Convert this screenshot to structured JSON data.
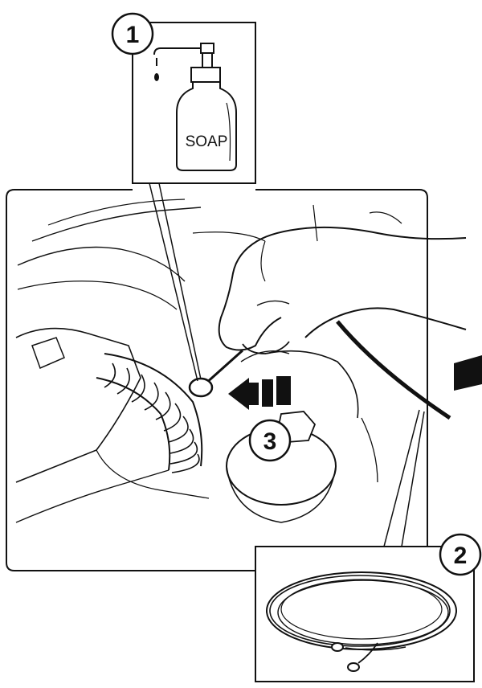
{
  "callouts": [
    {
      "number": "1"
    },
    {
      "number": "2"
    },
    {
      "number": "3"
    }
  ],
  "soap_bottle": {
    "label": "SOAP"
  },
  "colors": {
    "line": "#111111",
    "fill": "#ffffff"
  }
}
